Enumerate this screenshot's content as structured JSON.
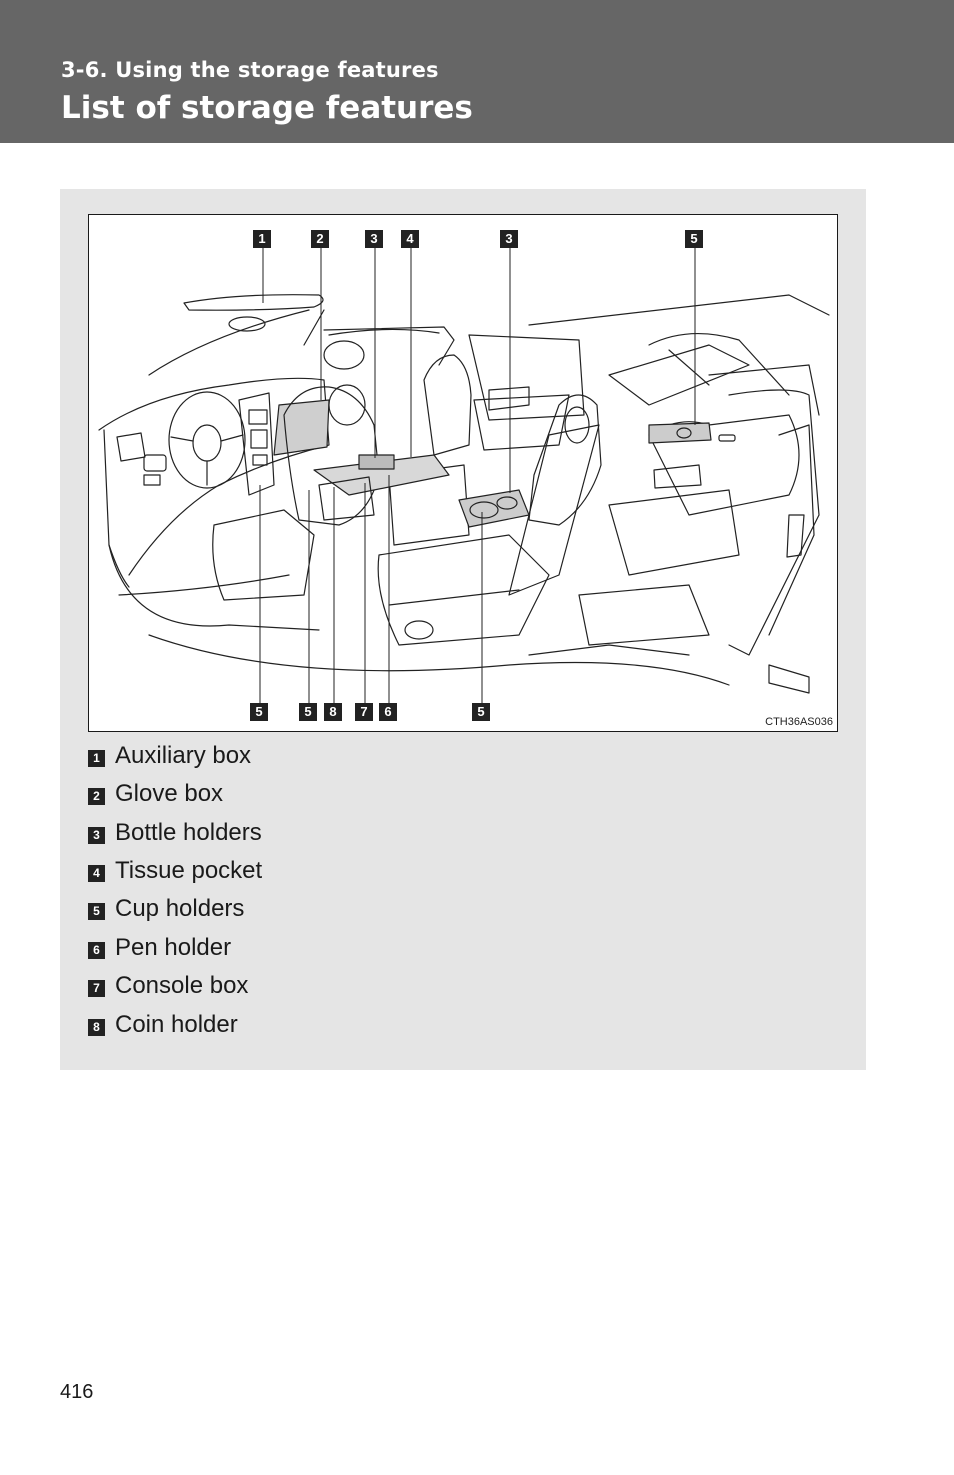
{
  "header": {
    "section": "3-6. Using the storage features",
    "title": "List of storage features"
  },
  "figure": {
    "code": "CTH36AS036",
    "top_callouts": [
      "1",
      "2",
      "3",
      "4",
      "3",
      "5"
    ],
    "bottom_callouts": [
      "5",
      "5",
      "8",
      "7",
      "6",
      "5"
    ]
  },
  "legend": [
    {
      "num": "1",
      "label": "Auxiliary box"
    },
    {
      "num": "2",
      "label": "Glove box"
    },
    {
      "num": "3",
      "label": "Bottle holders"
    },
    {
      "num": "4",
      "label": "Tissue pocket"
    },
    {
      "num": "5",
      "label": "Cup holders"
    },
    {
      "num": "6",
      "label": "Pen holder"
    },
    {
      "num": "7",
      "label": "Console box"
    },
    {
      "num": "8",
      "label": "Coin holder"
    }
  ],
  "page_number": "416"
}
